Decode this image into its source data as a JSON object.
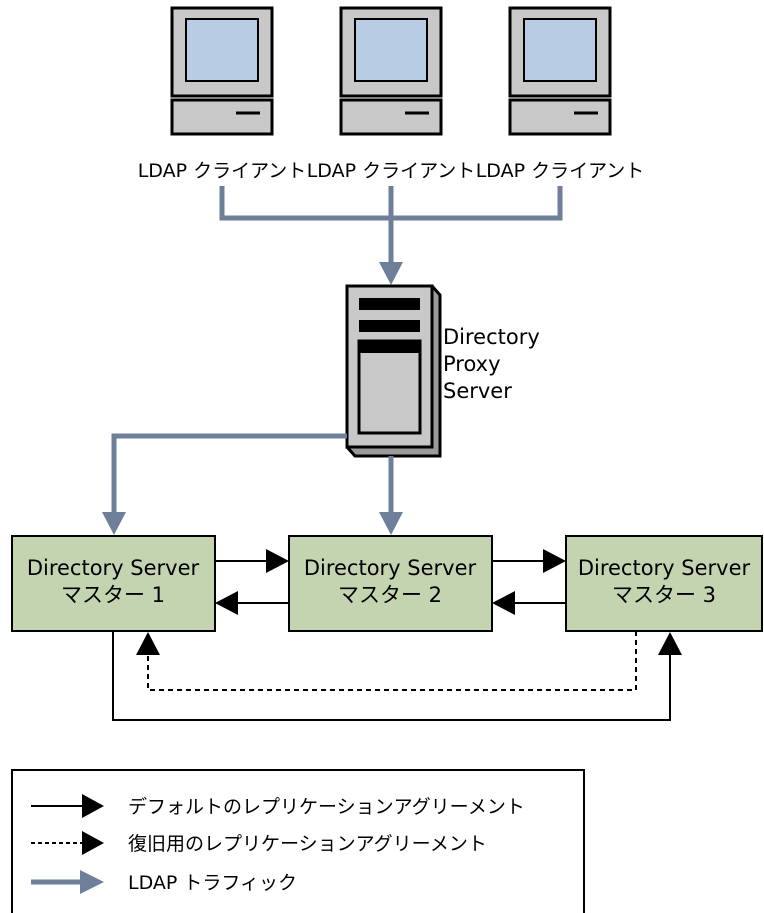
{
  "clients": [
    {
      "label": "LDAP クライアント"
    },
    {
      "label": "LDAP クライアント"
    },
    {
      "label": "LDAP クライアント"
    }
  ],
  "proxy": {
    "label_lines": [
      "Directory",
      "Proxy",
      "Server"
    ]
  },
  "servers": [
    {
      "name": "Directory Server",
      "role": "マスター 1"
    },
    {
      "name": "Directory Server",
      "role": "マスター 2"
    },
    {
      "name": "Directory Server",
      "role": "マスター 3"
    }
  ],
  "legend": {
    "items": [
      {
        "label": "デフォルトのレプリケーションアグリーメント",
        "style": "solid-black"
      },
      {
        "label": "復旧用のレプリケーションアグリーメント",
        "style": "dashed-black"
      },
      {
        "label": "LDAP トラフィック",
        "style": "solid-blue"
      }
    ]
  },
  "colors": {
    "ldap_traffic": "#6e7f9a",
    "server_fill": "#c4d3b0",
    "screen": "#b8cce4",
    "monitor_body": "#c8c8c8"
  }
}
